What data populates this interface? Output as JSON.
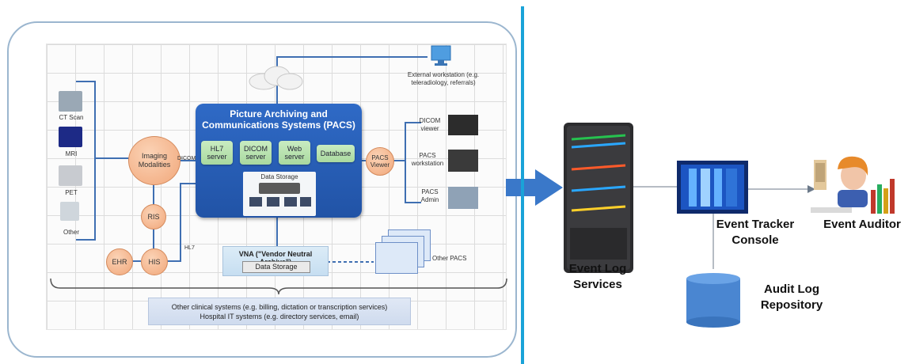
{
  "pacs": {
    "title_line1": "Picture Archiving and",
    "title_line2": "Communications Systems (PACS)",
    "components": {
      "hl7_line1": "HL7",
      "hl7_line2": "server",
      "dicom_line1": "DICOM",
      "dicom_line2": "server",
      "web_line1": "Web",
      "web_line2": "server",
      "database": "Database"
    },
    "data_storage": "Data Storage"
  },
  "modalities": {
    "ct": "CT Scan",
    "mri": "MRI",
    "pet": "PET",
    "other": "Other"
  },
  "nodes": {
    "imaging_line1": "Imaging",
    "imaging_line2": "Modalities",
    "ris": "RIS",
    "his": "HIS",
    "ehr": "EHR",
    "pacs_viewer_line1": "PACS",
    "pacs_viewer_line2": "Viewer"
  },
  "connectors": {
    "dicom": "DICOM",
    "hl7": "HL7"
  },
  "viewers": {
    "dicom_line1": "DICOM",
    "dicom_line2": "viewer",
    "workstation_line1": "PACS",
    "workstation_line2": "workstation",
    "admin_line1": "PACS",
    "admin_line2": "Admin"
  },
  "external": {
    "line1": "External workstation (e.g.",
    "line2": "teleradiology, referrals)"
  },
  "vna": {
    "title": "VNA (\"Vendor Neutral Archive\")",
    "storage": "Data Storage"
  },
  "other_pacs": "Other PACS",
  "other_systems": {
    "line1": "Other clinical systems (e.g. billing, dictation or transcription services)",
    "line2": "Hospital IT systems (e.g. directory services, email)"
  },
  "right": {
    "event_log_line1": "Event Log",
    "event_log_line2": "Services",
    "tracker_line1": "Event Tracker",
    "tracker_line2": "Console",
    "auditor": "Event Auditor",
    "repo_line1": "Audit Log",
    "repo_line2": "Repository"
  },
  "colors": {
    "pacs_blue": "#2358b0",
    "node_orange": "#f3ad80",
    "server_green": "#b5e0aa",
    "divider_cyan": "#1aa3d8",
    "arrow_blue": "#3a78c9",
    "repo_blue": "#4a86d1"
  },
  "icons": [
    "monitor-icon",
    "cloud-icon",
    "server-tower-icon",
    "database-icon",
    "auditor-person-icon"
  ]
}
